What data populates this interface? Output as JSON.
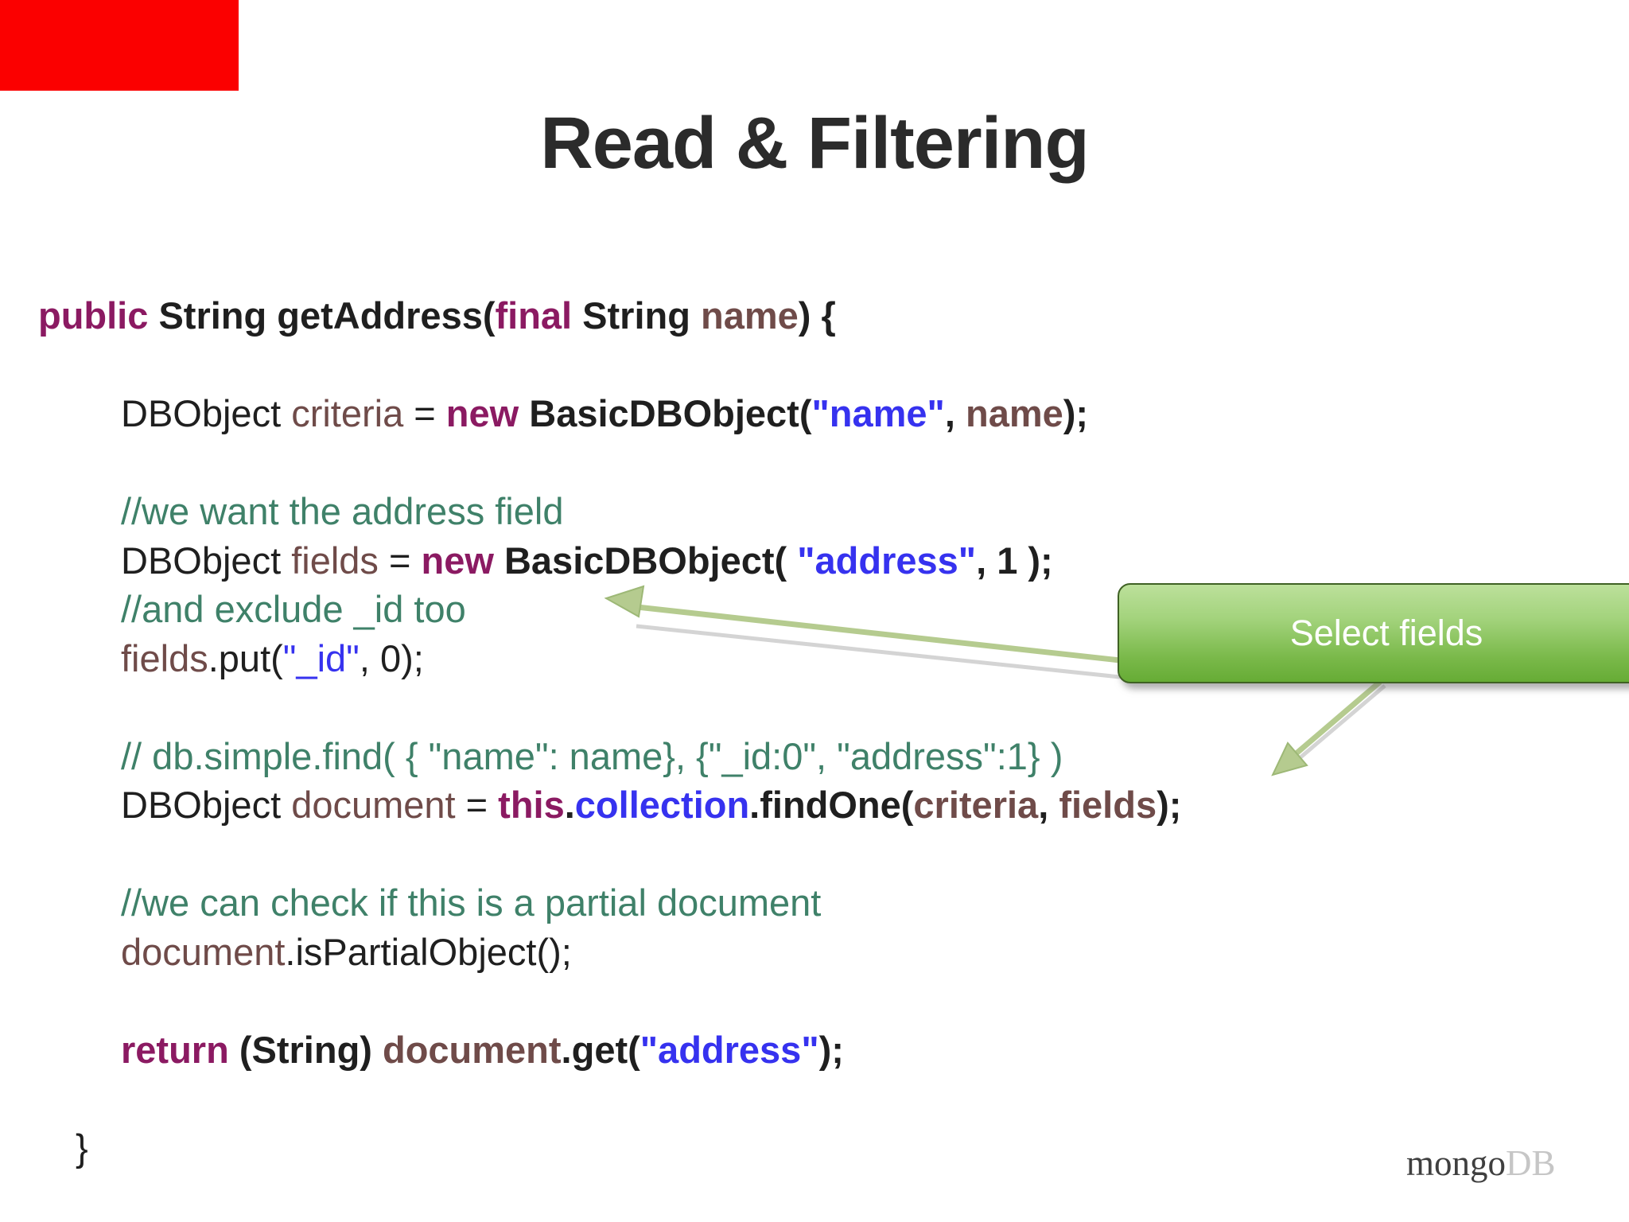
{
  "title": "Read & Filtering",
  "callout": {
    "label": "Select fields"
  },
  "logo": {
    "mongo": "mongo",
    "db": "DB"
  },
  "colors": {
    "keyword": "#8b1a62",
    "identifier": "#6f4b49",
    "string": "#3632ef",
    "comment": "#3f8169",
    "code_text": "#1f1f1f",
    "callout_green_top": "#bce09b",
    "callout_green_bottom": "#66ac35",
    "callout_border": "#3f6124",
    "arrow_green": "#b5cb8f",
    "red_corner": "#fb0000",
    "logo_mongo": "#3f3f3f",
    "logo_db": "#c6c6c6"
  },
  "code": {
    "lines": [
      {
        "indent": 0,
        "segs": [
          [
            "k",
            "public"
          ],
          [
            "pb",
            " String getAddress("
          ],
          [
            "k",
            "final"
          ],
          [
            "pb",
            " String "
          ],
          [
            "ib",
            "name"
          ],
          [
            "pb",
            ") {"
          ]
        ]
      },
      {
        "indent": 1,
        "segs": []
      },
      {
        "indent": 1,
        "segs": [
          [
            "p",
            "DBObject "
          ],
          [
            "i",
            "criteria"
          ],
          [
            "p",
            " = "
          ],
          [
            "k",
            "new"
          ],
          [
            "pb",
            " BasicDBObject("
          ],
          [
            "sb",
            "\"name\""
          ],
          [
            "pb",
            ", "
          ],
          [
            "ib",
            "name"
          ],
          [
            "pb",
            ");"
          ]
        ]
      },
      {
        "indent": 1,
        "segs": []
      },
      {
        "indent": 1,
        "segs": [
          [
            "c",
            "//we want the address field"
          ]
        ]
      },
      {
        "indent": 1,
        "segs": [
          [
            "p",
            "DBObject "
          ],
          [
            "i",
            "fields"
          ],
          [
            "p",
            " = "
          ],
          [
            "k",
            "new"
          ],
          [
            "pb",
            " BasicDBObject( "
          ],
          [
            "sb",
            "\"address\""
          ],
          [
            "pb",
            ", 1 );"
          ]
        ]
      },
      {
        "indent": 1,
        "segs": [
          [
            "c",
            "//and exclude _id too"
          ]
        ]
      },
      {
        "indent": 1,
        "segs": [
          [
            "i",
            "fields"
          ],
          [
            "p",
            ".put("
          ],
          [
            "s",
            "\"_id\""
          ],
          [
            "p",
            ", 0);"
          ]
        ]
      },
      {
        "indent": 1,
        "segs": []
      },
      {
        "indent": 1,
        "segs": [
          [
            "c",
            "// db.simple.find( { \"name\": name}, {\"_id:0\", \"address\":1} )"
          ]
        ]
      },
      {
        "indent": 1,
        "segs": [
          [
            "p",
            "DBObject "
          ],
          [
            "i",
            "document"
          ],
          [
            "p",
            " = "
          ],
          [
            "k",
            "this"
          ],
          [
            "pb",
            "."
          ],
          [
            "sb",
            "collection"
          ],
          [
            "pb",
            ".findOne("
          ],
          [
            "ib",
            "criteria"
          ],
          [
            "pb",
            ", "
          ],
          [
            "ib",
            "fields"
          ],
          [
            "pb",
            ");"
          ]
        ]
      },
      {
        "indent": 1,
        "segs": []
      },
      {
        "indent": 1,
        "segs": [
          [
            "c",
            "//we can check if this is a partial document"
          ]
        ]
      },
      {
        "indent": 1,
        "segs": [
          [
            "i",
            "document"
          ],
          [
            "p",
            ".isPartialObject();"
          ]
        ]
      },
      {
        "indent": 1,
        "segs": []
      },
      {
        "indent": 1,
        "segs": [
          [
            "k",
            "return"
          ],
          [
            "pb",
            " (String) "
          ],
          [
            "ib",
            "document"
          ],
          [
            "pb",
            ".get("
          ],
          [
            "sb",
            "\"address\""
          ],
          [
            "pb",
            ");"
          ]
        ]
      },
      {
        "indent": 1,
        "segs": []
      },
      {
        "indent": 2,
        "segs": [
          [
            "p",
            "}"
          ]
        ]
      }
    ]
  }
}
